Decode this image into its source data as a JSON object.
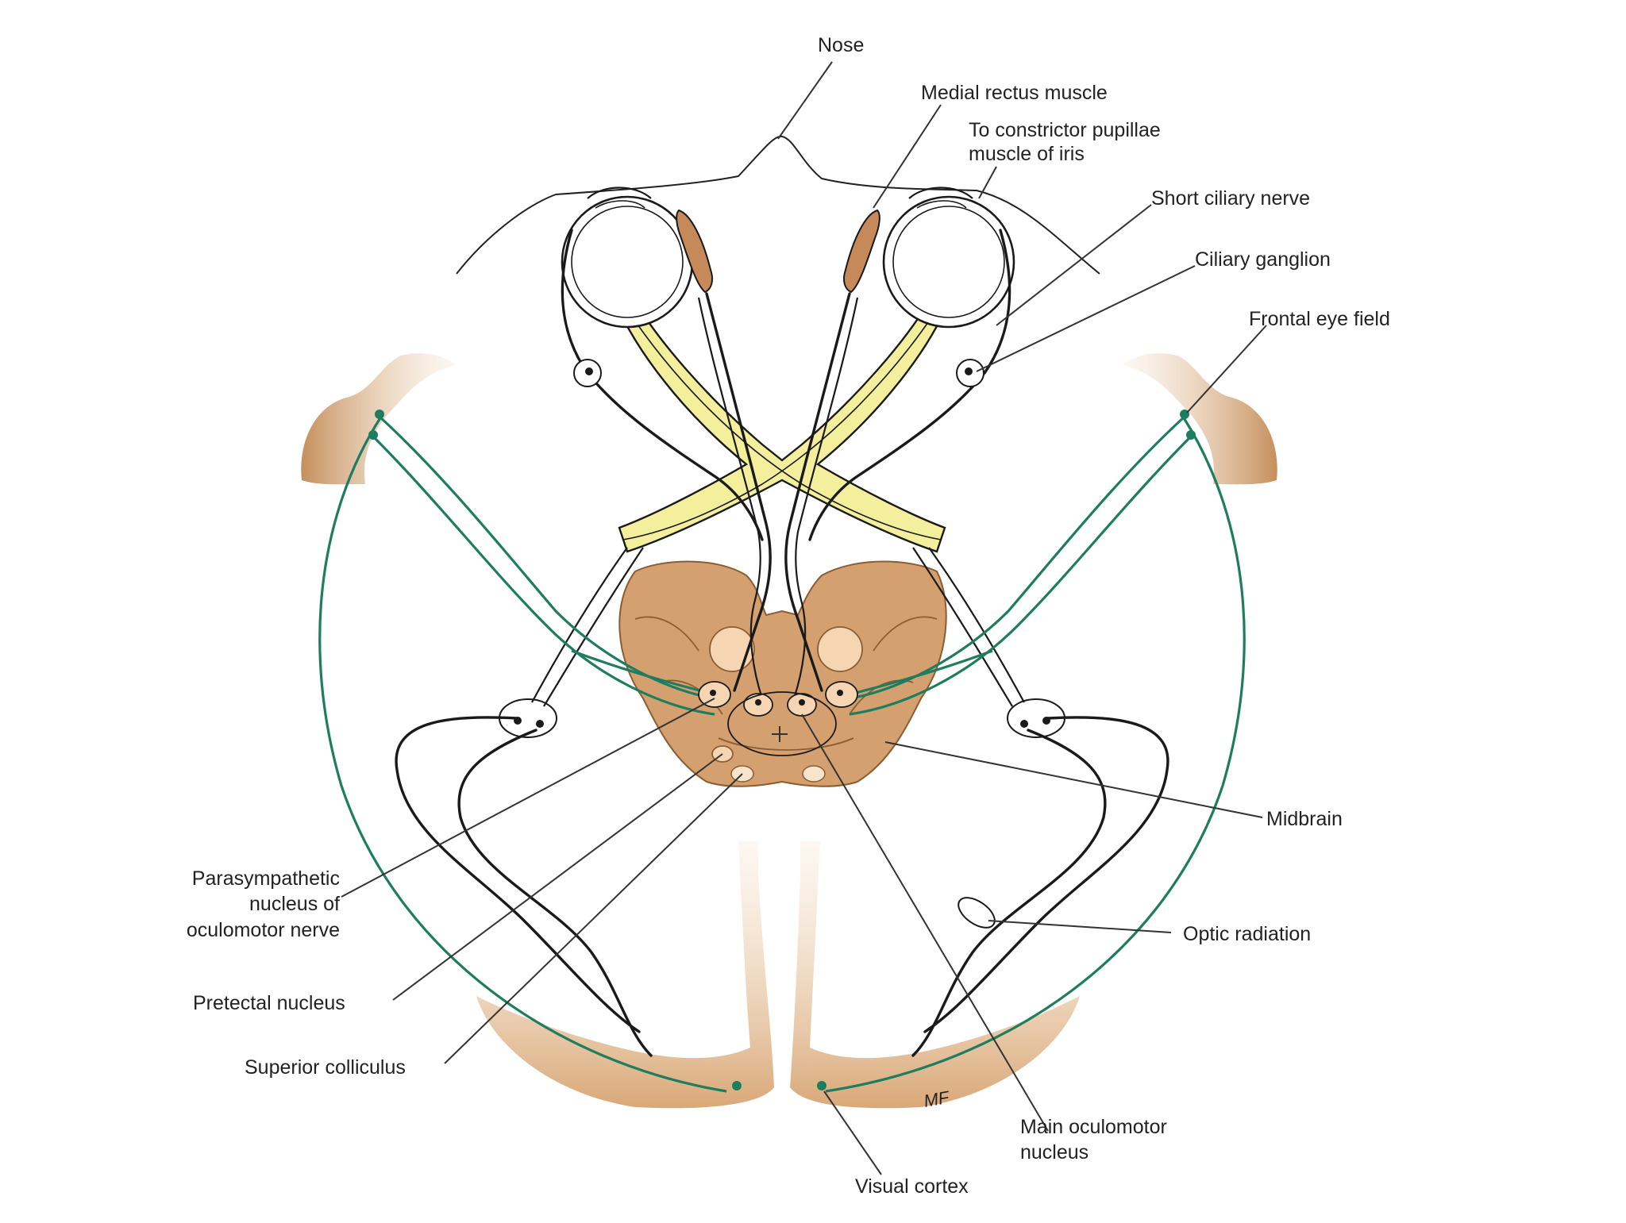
{
  "labels": {
    "nose": "Nose",
    "medial_rectus": "Medial rectus muscle",
    "constrictor_1": "To constrictor pupillae",
    "constrictor_2": "muscle of iris",
    "short_ciliary": "Short ciliary nerve",
    "ciliary_ganglion": "Ciliary ganglion",
    "frontal_eye_field": "Frontal eye field",
    "midbrain": "Midbrain",
    "parasympathetic_1": "Parasympathetic",
    "parasympathetic_2": "nucleus of",
    "parasympathetic_3": "oculomotor nerve",
    "optic_radiation": "Optic radiation",
    "pretectal": "Pretectal nucleus",
    "superior_colliculus": "Superior colliculus",
    "main_oculomotor_1": "Main oculomotor",
    "main_oculomotor_2": "nucleus",
    "visual_cortex": "Visual cortex",
    "signature": "MF"
  },
  "colors": {
    "tissue": "#d9a877",
    "tissue_dark": "#b5834f",
    "optic_yellow": "#f4ef9c",
    "pathway_green": "#1e7d5f",
    "nerve_black": "#1a1a1a"
  }
}
